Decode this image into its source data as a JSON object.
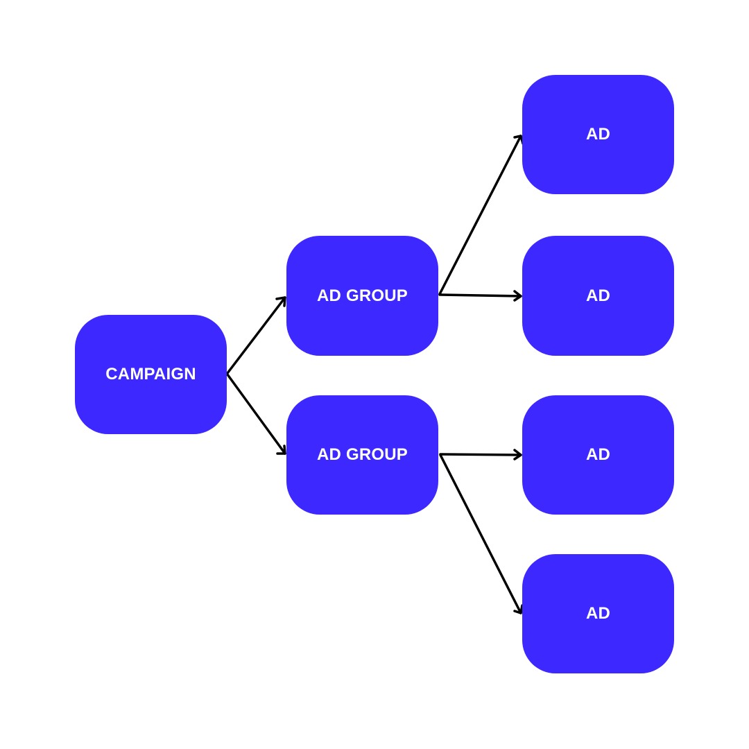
{
  "colors": {
    "node_fill": "#3d29ff",
    "node_text": "#ffffff",
    "connector": "#000000",
    "background": "#ffffff"
  },
  "nodes": {
    "campaign": {
      "label": "CAMPAIGN"
    },
    "ad_groups": [
      {
        "label": "AD GROUP"
      },
      {
        "label": "AD GROUP"
      }
    ],
    "ads": [
      {
        "label": "AD"
      },
      {
        "label": "AD"
      },
      {
        "label": "AD"
      },
      {
        "label": "AD"
      }
    ]
  },
  "edges": [
    {
      "from": "campaign",
      "to": "ad_group_1"
    },
    {
      "from": "campaign",
      "to": "ad_group_2"
    },
    {
      "from": "ad_group_1",
      "to": "ad_1"
    },
    {
      "from": "ad_group_1",
      "to": "ad_2"
    },
    {
      "from": "ad_group_2",
      "to": "ad_3"
    },
    {
      "from": "ad_group_2",
      "to": "ad_4"
    }
  ]
}
